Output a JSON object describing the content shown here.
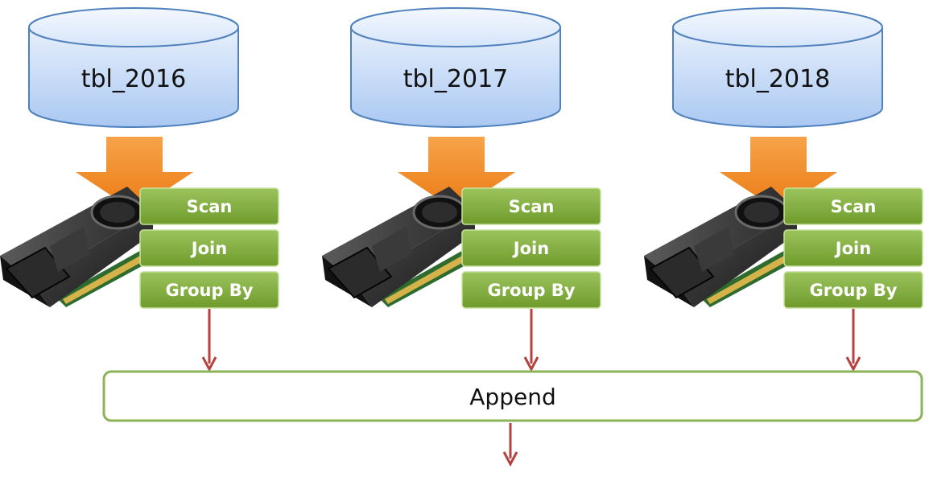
{
  "diagram": {
    "tables": [
      {
        "name": "tbl_2016"
      },
      {
        "name": "tbl_2017"
      },
      {
        "name": "tbl_2018"
      }
    ],
    "operations": [
      "Scan",
      "Join",
      "Group By"
    ],
    "append_label": "Append"
  },
  "colors": {
    "cylinder_fill_top": "#e8f0fc",
    "cylinder_fill_bottom": "#a9c8f2",
    "cylinder_stroke": "#4f81bd",
    "orange_arrow": "#f28a21",
    "op_box_top": "#9bc45c",
    "op_box_bottom": "#6f9b2c",
    "op_box_stroke": "#b7d98a",
    "append_border": "#8cb356",
    "flow_arrow": "#b5423f"
  },
  "icons": [
    "database-icon",
    "gpu-card-icon",
    "orange-down-arrow-icon",
    "red-down-arrow-icon"
  ]
}
